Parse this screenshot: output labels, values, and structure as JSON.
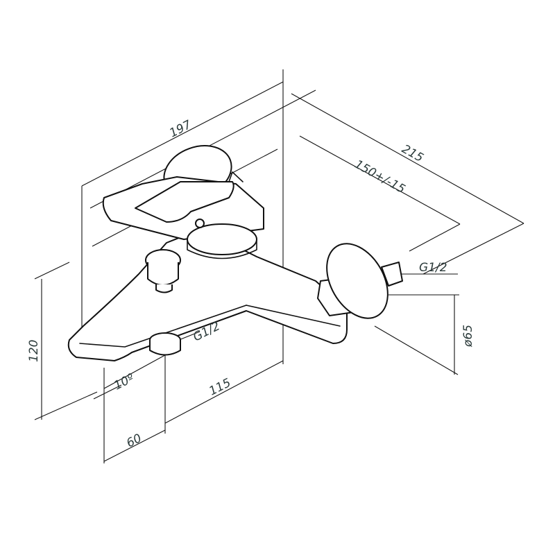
{
  "title": "Bath mixer dimension drawing",
  "dimensions": {
    "overall_length": "197",
    "total_depth": "215",
    "centre_distance": "150+/-15",
    "connection_thread_right": "G1/2",
    "flange_diameter": "ø65",
    "height": "120",
    "spout_angle": "10º",
    "outlet_to_wall": "115",
    "spout_to_outlet": "60",
    "outlet_thread": "G1/2"
  },
  "colors": {
    "line": "#111111",
    "label": "#2b3a3a"
  }
}
